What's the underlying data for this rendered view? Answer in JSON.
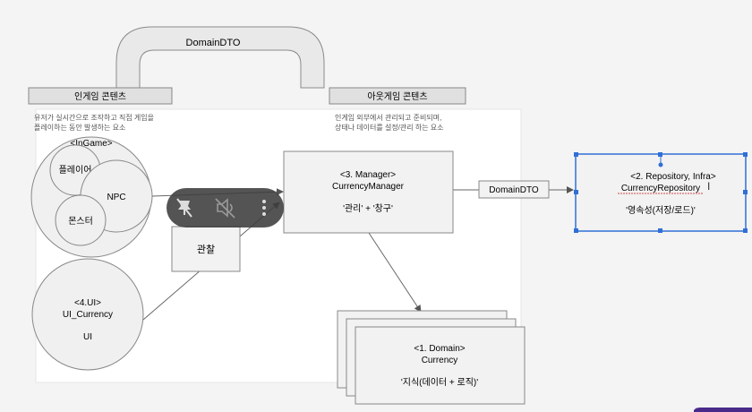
{
  "arc_label": "DomainDTO",
  "ingame": {
    "header": "인게임 콘텐츠",
    "desc_line1": "유저가 실시간으로 조작하고 직접 게임을",
    "desc_line2": "플레이하는 동안 발생하는 요소",
    "group_label": "<InGame>",
    "player": "플레이어",
    "npc": "NPC",
    "monster": "몬스터"
  },
  "outgame": {
    "header": "아웃게임 콘텐츠",
    "desc_line1": "인게임 외부에서 관리되고 준비되며,",
    "desc_line2": "상태나 데이터를 설정/관리 하는 요소"
  },
  "ui": {
    "line1": "<4.UI>",
    "line2": "UI_Currency",
    "line3": "UI"
  },
  "observe": "관찰",
  "manager": {
    "line1": "<3. Manager>",
    "line2": "CurrencyManager",
    "line3": "'관리' + '창구'"
  },
  "dto_label": "DomainDTO",
  "repository": {
    "line1": "<2. Repository, Infra>",
    "line2": "CurrencyRepository",
    "line3": "'영속성(저장/로드)'"
  },
  "domain": {
    "line1": "<1. Domain>",
    "line2": "Currency",
    "line3": "'지식(데이터 + 로직)'"
  },
  "video_controls": [
    "pin-off-icon",
    "mute-icon",
    "more-icon"
  ],
  "colors": {
    "selection": "#2f6fd6",
    "box_fill": "#f2f2f2",
    "header_fill": "#e0e0e0",
    "stroke": "#666666"
  }
}
